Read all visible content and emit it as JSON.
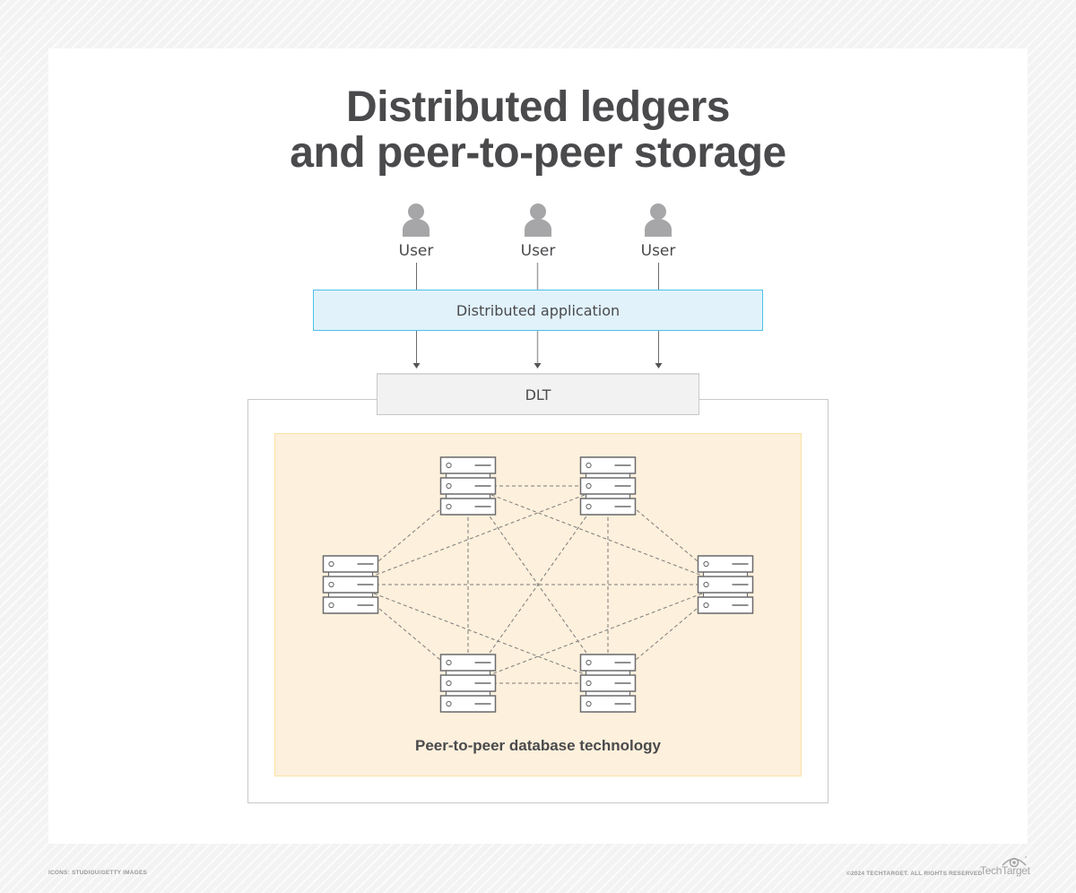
{
  "title": {
    "line1": "Distributed ledgers",
    "line2": "and peer-to-peer storage"
  },
  "users": [
    {
      "label": "User",
      "icon": "user-icon"
    },
    {
      "label": "User",
      "icon": "user-icon"
    },
    {
      "label": "User",
      "icon": "user-icon"
    }
  ],
  "application": {
    "label": "Distributed application"
  },
  "dlt": {
    "label": "DLT"
  },
  "p2p": {
    "label": "Peer-to-peer database technology",
    "nodes": [
      "top-left-server",
      "top-right-server",
      "left-server",
      "right-server",
      "bottom-left-server",
      "bottom-right-server"
    ],
    "connection_style": "dashed",
    "topology": "fully-connected mesh"
  },
  "colors": {
    "app_fill": "#e1f2fb",
    "app_border": "#4fc0e8",
    "p2p_fill": "#fdf0dc",
    "p2p_border": "#fbe3a6",
    "dlt_fill": "#f2f2f2",
    "text": "#4a4a4d",
    "icon_gray": "#a6a6a8"
  },
  "footer": {
    "credit": "ICONS: STUDIOU/GETTY IMAGES",
    "copyright": "©2024 TECHTARGET. ALL RIGHTS RESERVED",
    "brand": "TechTarget"
  }
}
